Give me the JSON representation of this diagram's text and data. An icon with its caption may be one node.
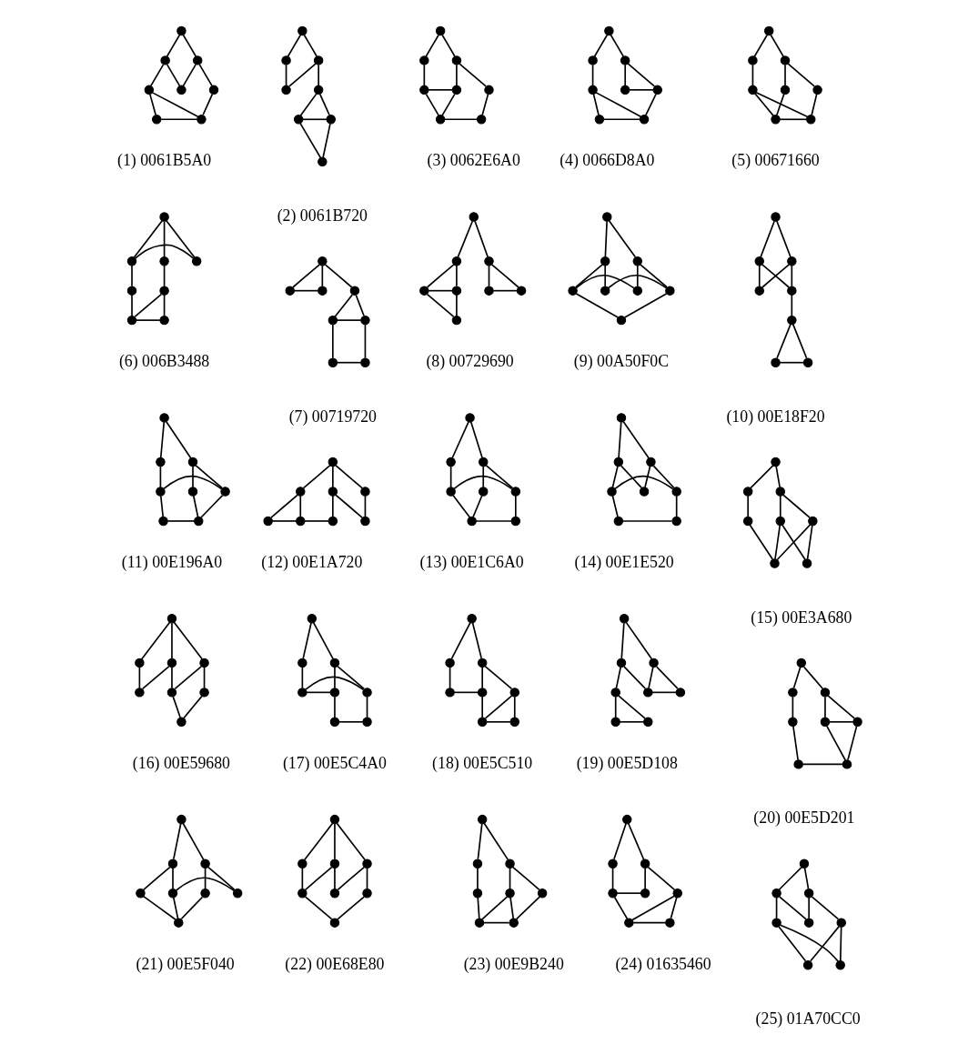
{
  "diagram": {
    "labels": [
      "(1) 0061B5A0",
      "(2) 0061B720",
      "(3) 0062E6A0",
      "(4) 0066D8A0",
      "(5) 00671660",
      "(6) 006B3488",
      "(7) 00719720",
      "(8) 00729690",
      "(9) 00A50F0C",
      "(10) 00E18F20",
      "(11) 00E196A0",
      "(12) 00E1A720",
      "(13) 00E1C6A0",
      "(14) 00E1E520",
      "(15) 00E3A680",
      "(16) 00E59680",
      "(17) 00E5C4A0",
      "(18) 00E5C510",
      "(19) 00E5D108",
      "(20) 00E5D201",
      "(21) 00E5F040",
      "(22) 00E68E80",
      "(23) 00E9B240",
      "(24) 01635460",
      "(25) 01A70CC0"
    ],
    "nodes": [
      {
        "text": [],
        "shape": "circle"
      },
      {
        "text": [],
        "shape": "circle"
      },
      {
        "text": [],
        "shape": "circle"
      },
      {
        "text": [],
        "shape": "circle"
      },
      {
        "text": [],
        "shape": "circle"
      },
      {
        "text": [],
        "shape": "circle"
      },
      {
        "text": [],
        "shape": "circle"
      },
      {
        "text": [],
        "shape": "circle"
      },
      {
        "text": [],
        "shape": "circle"
      },
      {
        "text": [],
        "shape": "circle"
      },
      {
        "text": [],
        "shape": "circle"
      },
      {
        "text": [],
        "shape": "circle"
      },
      {
        "text": [],
        "shape": "circle"
      },
      {
        "text": [],
        "shape": "circle"
      },
      {
        "text": [],
        "shape": "circle"
      },
      {
        "text": [],
        "shape": "circle"
      },
      {
        "text": [],
        "shape": "circle"
      },
      {
        "text": [],
        "shape": "circle"
      },
      {
        "text": [],
        "shape": "circle"
      },
      {
        "text": [],
        "shape": "circle"
      },
      {
        "text": [],
        "shape": "circle"
      },
      {
        "text": [],
        "shape": "circle"
      },
      {
        "text": [],
        "shape": "circle"
      },
      {
        "text": [],
        "shape": "circle"
      },
      {
        "text": [],
        "shape": "circle"
      },
      {
        "text": [],
        "shape": "circle"
      },
      {
        "text": [],
        "shape": "circle"
      },
      {
        "text": [],
        "shape": "circle"
      },
      {
        "text": [],
        "shape": "circle"
      },
      {
        "text": [],
        "shape": "circle"
      },
      {
        "text": [],
        "shape": "circle"
      },
      {
        "text": [],
        "shape": "circle"
      },
      {
        "text": [],
        "shape": "circle"
      },
      {
        "text": [],
        "shape": "circle"
      },
      {
        "text": [],
        "shape": "circle"
      },
      {
        "text": [],
        "shape": "circle"
      },
      {
        "text": [],
        "shape": "circle"
      },
      {
        "text": [],
        "shape": "circle"
      },
      {
        "text": [],
        "shape": "circle"
      },
      {
        "text": [],
        "shape": "circle"
      },
      {
        "text": [],
        "shape": "circle"
      },
      {
        "text": [],
        "shape": "circle"
      },
      {
        "text": [],
        "shape": "circle"
      },
      {
        "text": [],
        "shape": "circle"
      },
      {
        "text": [],
        "shape": "circle"
      },
      {
        "text": [],
        "shape": "circle"
      },
      {
        "text": [],
        "shape": "circle"
      },
      {
        "text": [],
        "shape": "circle"
      },
      {
        "text": [],
        "shape": "circle"
      },
      {
        "text": [],
        "shape": "circle"
      },
      {
        "text": [],
        "shape": "circle"
      },
      {
        "text": [],
        "shape": "circle"
      },
      {
        "text": [],
        "shape": "circle"
      },
      {
        "text": [],
        "shape": "circle"
      },
      {
        "text": [],
        "shape": "circle"
      },
      {
        "text": [],
        "shape": "circle"
      },
      {
        "text": [],
        "shape": "circle"
      },
      {
        "text": [],
        "shape": "circle"
      },
      {
        "text": [],
        "shape": "circle"
      },
      {
        "text": [],
        "shape": "circle"
      },
      {
        "text": [],
        "shape": "circle"
      },
      {
        "text": [],
        "shape": "circle"
      },
      {
        "text": [],
        "shape": "circle"
      },
      {
        "text": [],
        "shape": "circle"
      },
      {
        "text": [],
        "shape": "circle"
      },
      {
        "text": [],
        "shape": "circle"
      },
      {
        "text": [],
        "shape": "circle"
      },
      {
        "text": [],
        "shape": "circle"
      },
      {
        "text": [],
        "shape": "circle"
      },
      {
        "text": [],
        "shape": "circle"
      },
      {
        "text": [],
        "shape": "circle"
      },
      {
        "text": [],
        "shape": "circle"
      },
      {
        "text": [],
        "shape": "circle"
      },
      {
        "text": [],
        "shape": "circle"
      },
      {
        "text": [],
        "shape": "circle"
      },
      {
        "text": [],
        "shape": "circle"
      },
      {
        "text": [],
        "shape": "circle"
      },
      {
        "text": [],
        "shape": "circle"
      },
      {
        "text": [],
        "shape": "circle"
      },
      {
        "text": [],
        "shape": "circle"
      },
      {
        "text": [],
        "shape": "circle"
      },
      {
        "text": [],
        "shape": "circle"
      },
      {
        "text": [],
        "shape": "circle"
      },
      {
        "text": [],
        "shape": "circle"
      },
      {
        "text": [],
        "shape": "circle"
      },
      {
        "text": [],
        "shape": "circle"
      },
      {
        "text": [],
        "shape": "circle"
      },
      {
        "text": [],
        "shape": "circle"
      },
      {
        "text": [],
        "shape": "circle"
      },
      {
        "text": [],
        "shape": "circle"
      },
      {
        "text": [],
        "shape": "circle"
      },
      {
        "text": [],
        "shape": "circle"
      },
      {
        "text": [],
        "shape": "circle"
      },
      {
        "text": [],
        "shape": "circle"
      },
      {
        "text": [],
        "shape": "circle"
      },
      {
        "text": [],
        "shape": "circle"
      },
      {
        "text": [],
        "shape": "circle"
      },
      {
        "text": [],
        "shape": "circle"
      },
      {
        "text": [],
        "shape": "circle"
      },
      {
        "text": [],
        "shape": "circle"
      },
      {
        "text": [],
        "shape": "circle"
      },
      {
        "text": [],
        "shape": "circle"
      },
      {
        "text": [],
        "shape": "circle"
      },
      {
        "text": [],
        "shape": "circle"
      },
      {
        "text": [],
        "shape": "circle"
      },
      {
        "text": [],
        "shape": "circle"
      },
      {
        "text": [],
        "shape": "circle"
      },
      {
        "text": [],
        "shape": "circle"
      },
      {
        "text": [],
        "shape": "circle"
      },
      {
        "text": [],
        "shape": "circle"
      },
      {
        "text": [],
        "shape": "circle"
      },
      {
        "text": [],
        "shape": "circle"
      },
      {
        "text": [],
        "shape": "circle"
      },
      {
        "text": [],
        "shape": "circle"
      },
      {
        "text": [],
        "shape": "circle"
      },
      {
        "text": [],
        "shape": "circle"
      },
      {
        "text": [],
        "shape": "circle"
      },
      {
        "text": [],
        "shape": "circle"
      },
      {
        "text": [],
        "shape": "circle"
      },
      {
        "text": [],
        "shape": "circle"
      },
      {
        "text": [],
        "shape": "circle"
      },
      {
        "text": [],
        "shape": "circle"
      },
      {
        "text": [],
        "shape": "circle"
      },
      {
        "text": [],
        "shape": "circle"
      },
      {
        "text": [],
        "shape": "circle"
      },
      {
        "text": [],
        "shape": "circle"
      },
      {
        "text": [],
        "shape": "circle"
      },
      {
        "text": [],
        "shape": "circle"
      },
      {
        "text": [],
        "shape": "circle"
      },
      {
        "text": [],
        "shape": "circle"
      },
      {
        "text": [],
        "shape": "circle"
      },
      {
        "text": [],
        "shape": "circle"
      },
      {
        "text": [],
        "shape": "circle"
      },
      {
        "text": [],
        "shape": "circle"
      },
      {
        "text": [],
        "shape": "circle"
      },
      {
        "text": [],
        "shape": "circle"
      },
      {
        "text": [],
        "shape": "circle"
      },
      {
        "text": [],
        "shape": "circle"
      },
      {
        "text": [],
        "shape": "circle"
      },
      {
        "text": [],
        "shape": "circle"
      },
      {
        "text": [],
        "shape": "circle"
      },
      {
        "text": [],
        "shape": "circle"
      },
      {
        "text": [],
        "shape": "circle"
      },
      {
        "text": [],
        "shape": "circle"
      },
      {
        "text": [],
        "shape": "circle"
      },
      {
        "text": [],
        "shape": "circle"
      },
      {
        "text": [],
        "shape": "circle"
      },
      {
        "text": [],
        "shape": "circle"
      },
      {
        "text": [],
        "shape": "circle"
      },
      {
        "text": [],
        "shape": "circle"
      },
      {
        "text": [],
        "shape": "circle"
      },
      {
        "text": [],
        "shape": "circle"
      },
      {
        "text": [],
        "shape": "circle"
      },
      {
        "text": [],
        "shape": "circle"
      },
      {
        "text": [],
        "shape": "circle"
      },
      {
        "text": [],
        "shape": "circle"
      },
      {
        "text": [],
        "shape": "circle"
      },
      {
        "text": [],
        "shape": "circle"
      },
      {
        "text": [],
        "shape": "circle"
      },
      {
        "text": [],
        "shape": "circle"
      },
      {
        "text": [],
        "shape": "circle"
      },
      {
        "text": [],
        "shape": "circle"
      },
      {
        "text": [],
        "shape": "circle"
      },
      {
        "text": [],
        "shape": "circle"
      },
      {
        "text": [],
        "shape": "circle"
      },
      {
        "text": [],
        "shape": "circle"
      },
      {
        "text": [],
        "shape": "circle"
      },
      {
        "text": [],
        "shape": "circle"
      },
      {
        "text": [],
        "shape": "circle"
      },
      {
        "text": [],
        "shape": "circle"
      },
      {
        "text": [],
        "shape": "circle"
      },
      {
        "text": [],
        "shape": "circle"
      },
      {
        "text": [],
        "shape": "circle"
      },
      {
        "text": [],
        "shape": "circle"
      },
      {
        "text": [],
        "shape": "circle"
      },
      {
        "text": [],
        "shape": "circle"
      },
      {
        "text": [],
        "shape": "circle"
      },
      {
        "text": [],
        "shape": "circle"
      },
      {
        "text": [],
        "shape": "circle"
      },
      {
        "text": [],
        "shape": "circle"
      },
      {
        "text": [],
        "shape": "circle"
      },
      {
        "text": [],
        "shape": "circle"
      },
      {
        "text": [],
        "shape": "circle"
      },
      {
        "text": [],
        "shape": "circle"
      },
      {
        "text": [],
        "shape": "circle"
      },
      {
        "text": [],
        "shape": "circle"
      },
      {
        "text": [],
        "shape": "circle"
      },
      {
        "text": [],
        "shape": "circle"
      },
      {
        "text": [],
        "shape": "circle"
      },
      {
        "text": [],
        "shape": "circle"
      },
      {
        "text": [],
        "shape": "circle"
      },
      {
        "text": [],
        "shape": "circle"
      },
      {
        "text": [],
        "shape": "circle"
      },
      {
        "text": [],
        "shape": "circle"
      },
      {
        "text": [],
        "shape": "circle"
      },
      {
        "text": [],
        "shape": "circle"
      },
      {
        "text": [],
        "shape": "circle"
      },
      {
        "text": [],
        "shape": "circle"
      },
      {
        "text": [],
        "shape": "circle"
      },
      {
        "text": [],
        "shape": "circle"
      }
    ],
    "edges": [
      {
        "from": 0,
        "to": 1,
        "arrow": "none"
      },
      {
        "from": 0,
        "to": 3,
        "arrow": "none"
      },
      {
        "from": 1,
        "to": 4,
        "arrow": "none"
      },
      {
        "from": 3,
        "to": 6,
        "arrow": "none"
      },
      {
        "from": 6,
        "to": 7,
        "arrow": "none"
      },
      {
        "from": 4,
        "to": 7,
        "arrow": "none"
      },
      {
        "from": 3,
        "to": 2,
        "arrow": "none"
      },
      {
        "from": 2,
        "to": 1,
        "arrow": "none"
      },
      {
        "from": 5,
        "to": 4,
        "arrow": "none"
      },
      {
        "from": 5,
        "to": 7,
        "arrow": "none"
      },
      {
        "from": 8,
        "to": 9,
        "arrow": "none"
      },
      {
        "from": 8,
        "to": 11,
        "arrow": "none"
      },
      {
        "from": 11,
        "to": 10,
        "arrow": "none"
      },
      {
        "from": 10,
        "to": 9,
        "arrow": "none"
      },
      {
        "from": 11,
        "to": 14,
        "arrow": "none"
      },
      {
        "from": 14,
        "to": 15,
        "arrow": "none"
      },
      {
        "from": 14,
        "to": 13,
        "arrow": "none"
      },
      {
        "from": 13,
        "to": 15,
        "arrow": "none"
      },
      {
        "from": 13,
        "to": 12,
        "arrow": "none"
      },
      {
        "from": 12,
        "to": 15,
        "arrow": "none"
      },
      {
        "from": 16,
        "to": 17,
        "arrow": "none"
      },
      {
        "from": 16,
        "to": 20,
        "arrow": "none"
      },
      {
        "from": 17,
        "to": 22,
        "arrow": "none"
      },
      {
        "from": 20,
        "to": 18,
        "arrow": "none"
      },
      {
        "from": 18,
        "to": 19,
        "arrow": "none"
      },
      {
        "from": 19,
        "to": 21,
        "arrow": "none"
      },
      {
        "from": 21,
        "to": 23,
        "arrow": "none"
      },
      {
        "from": 21,
        "to": 22,
        "arrow": "none"
      },
      {
        "from": 20,
        "to": 23,
        "arrow": "none"
      },
      {
        "from": 23,
        "to": 22,
        "arrow": "none"
      },
      {
        "from": 24,
        "to": 25,
        "arrow": "none"
      },
      {
        "from": 24,
        "to": 27,
        "arrow": "none"
      },
      {
        "from": 25,
        "to": 28,
        "arrow": "none"
      },
      {
        "from": 27,
        "to": 26,
        "arrow": "none"
      },
      {
        "from": 26,
        "to": 30,
        "arrow": "none"
      },
      {
        "from": 27,
        "to": 30,
        "arrow": "none"
      },
      {
        "from": 30,
        "to": 31,
        "arrow": "none"
      },
      {
        "from": 31,
        "to": 28,
        "arrow": "none"
      },
      {
        "from": 29,
        "to": 28,
        "arrow": "none"
      },
      {
        "from": 29,
        "to": 31,
        "arrow": "none"
      },
      {
        "from": 32,
        "to": 33,
        "arrow": "none"
      },
      {
        "from": 32,
        "to": 35,
        "arrow": "none"
      },
      {
        "from": 33,
        "to": 36,
        "arrow": "none"
      },
      {
        "from": 35,
        "to": 37,
        "arrow": "none"
      },
      {
        "from": 37,
        "to": 34,
        "arrow": "none"
      },
      {
        "from": 34,
        "to": 39,
        "arrow": "none"
      },
      {
        "from": 34,
        "to": 36,
        "arrow": "none"
      },
      {
        "from": 35,
        "to": 38,
        "arrow": "none"
      },
      {
        "from": 38,
        "to": 39,
        "arrow": "none"
      },
      {
        "from": 36,
        "to": 39,
        "arrow": "none"
      },
      {
        "from": 40,
        "to": 41,
        "arrow": "none"
      },
      {
        "from": 40,
        "to": 43,
        "arrow": "none"
      },
      {
        "from": 40,
        "to": 42,
        "arrow": "none"
      },
      {
        "from": 43,
        "to": 42,
        "arrow": "none"
      },
      {
        "from": 41,
        "to": 44,
        "arrow": "none"
      },
      {
        "from": 43,
        "to": 46,
        "arrow": "none"
      },
      {
        "from": 46,
        "to": 47,
        "arrow": "none"
      },
      {
        "from": 44,
        "to": 47,
        "arrow": "none"
      },
      {
        "from": 45,
        "to": 44,
        "arrow": "none"
      },
      {
        "from": 45,
        "to": 47,
        "arrow": "none"
      },
      {
        "from": 48,
        "to": 49,
        "arrow": "none"
      },
      {
        "from": 48,
        "to": 50,
        "arrow": "none"
      },
      {
        "from": 50,
        "to": 49,
        "arrow": "none"
      },
      {
        "from": 48,
        "to": 51,
        "arrow": "none"
      },
      {
        "from": 51,
        "to": 53,
        "arrow": "none"
      },
      {
        "from": 53,
        "to": 52,
        "arrow": "none"
      },
      {
        "from": 51,
        "to": 54,
        "arrow": "none"
      },
      {
        "from": 54,
        "to": 53,
        "arrow": "none"
      },
      {
        "from": 54,
        "to": 55,
        "arrow": "none"
      },
      {
        "from": 55,
        "to": 52,
        "arrow": "none"
      },
      {
        "from": 56,
        "to": 57,
        "arrow": "none"
      },
      {
        "from": 56,
        "to": 59,
        "arrow": "none"
      },
      {
        "from": 59,
        "to": 61,
        "arrow": "none"
      },
      {
        "from": 61,
        "to": 62,
        "arrow": "none"
      },
      {
        "from": 59,
        "to": 62,
        "arrow": "none"
      },
      {
        "from": 57,
        "to": 58,
        "arrow": "none"
      },
      {
        "from": 57,
        "to": 60,
        "arrow": "none"
      },
      {
        "from": 58,
        "to": 60,
        "arrow": "none"
      },
      {
        "from": 58,
        "to": 63,
        "arrow": "none"
      },
      {
        "from": 60,
        "to": 63,
        "arrow": "none"
      },
      {
        "from": 64,
        "to": 65,
        "arrow": "none"
      },
      {
        "from": 64,
        "to": 67,
        "arrow": "none"
      },
      {
        "from": 65,
        "to": 66,
        "arrow": "none"
      },
      {
        "from": 66,
        "to": 69,
        "arrow": "none"
      },
      {
        "from": 69,
        "to": 67,
        "arrow": "none"
      },
      {
        "from": 66,
        "to": 68,
        "arrow": "none"
      },
      {
        "from": 68,
        "to": 71,
        "arrow": "none"
      },
      {
        "from": 67,
        "to": 71,
        "arrow": "none"
      },
      {
        "from": 71,
        "to": 70,
        "arrow": "none"
      },
      {
        "from": 65,
        "to": 70,
        "arrow": "none"
      },
      {
        "from": 72,
        "to": 73,
        "arrow": "none"
      },
      {
        "from": 72,
        "to": 75,
        "arrow": "none"
      },
      {
        "from": 75,
        "to": 74,
        "arrow": "none"
      },
      {
        "from": 74,
        "to": 73,
        "arrow": "none"
      },
      {
        "from": 73,
        "to": 78,
        "arrow": "none"
      },
      {
        "from": 75,
        "to": 78,
        "arrow": "none"
      },
      {
        "from": 78,
        "to": 79,
        "arrow": "none"
      },
      {
        "from": 79,
        "to": 76,
        "arrow": "none"
      },
      {
        "from": 76,
        "to": 77,
        "arrow": "none"
      },
      {
        "from": 77,
        "to": 79,
        "arrow": "none"
      },
      {
        "from": 80,
        "to": 81,
        "arrow": "none"
      },
      {
        "from": 80,
        "to": 83,
        "arrow": "none"
      },
      {
        "from": 83,
        "to": 82,
        "arrow": "none"
      },
      {
        "from": 82,
        "to": 85,
        "arrow": "none"
      },
      {
        "from": 85,
        "to": 84,
        "arrow": "none"
      },
      {
        "from": 84,
        "to": 86,
        "arrow": "none"
      },
      {
        "from": 81,
        "to": 86,
        "arrow": "none"
      },
      {
        "from": 85,
        "to": 87,
        "arrow": "none"
      },
      {
        "from": 83,
        "to": 87,
        "arrow": "none"
      },
      {
        "from": 87,
        "to": 86,
        "arrow": "none"
      },
      {
        "from": 88,
        "to": 89,
        "arrow": "none"
      },
      {
        "from": 88,
        "to": 90,
        "arrow": "none"
      },
      {
        "from": 90,
        "to": 93,
        "arrow": "none"
      },
      {
        "from": 93,
        "to": 91,
        "arrow": "none"
      },
      {
        "from": 88,
        "to": 91,
        "arrow": "none"
      },
      {
        "from": 89,
        "to": 95,
        "arrow": "none"
      },
      {
        "from": 89,
        "to": 92,
        "arrow": "none"
      },
      {
        "from": 92,
        "to": 95,
        "arrow": "none"
      },
      {
        "from": 91,
        "to": 94,
        "arrow": "none"
      },
      {
        "from": 94,
        "to": 95,
        "arrow": "none"
      },
      {
        "from": 96,
        "to": 97,
        "arrow": "none"
      },
      {
        "from": 96,
        "to": 100,
        "arrow": "none"
      },
      {
        "from": 100,
        "to": 98,
        "arrow": "none"
      },
      {
        "from": 98,
        "to": 99,
        "arrow": "none"
      },
      {
        "from": 99,
        "to": 101,
        "arrow": "none"
      },
      {
        "from": 101,
        "to": 103,
        "arrow": "none"
      },
      {
        "from": 99,
        "to": 102,
        "arrow": "none"
      },
      {
        "from": 97,
        "to": 102,
        "arrow": "none"
      },
      {
        "from": 100,
        "to": 103,
        "arrow": "none"
      },
      {
        "from": 103,
        "to": 102,
        "arrow": "none"
      },
      {
        "from": 104,
        "to": 105,
        "arrow": "none"
      },
      {
        "from": 104,
        "to": 107,
        "arrow": "none"
      },
      {
        "from": 107,
        "to": 106,
        "arrow": "none"
      },
      {
        "from": 106,
        "to": 105,
        "arrow": "none"
      },
      {
        "from": 105,
        "to": 109,
        "arrow": "none"
      },
      {
        "from": 109,
        "to": 108,
        "arrow": "none"
      },
      {
        "from": 108,
        "to": 111,
        "arrow": "none"
      },
      {
        "from": 109,
        "to": 110,
        "arrow": "none"
      },
      {
        "from": 107,
        "to": 110,
        "arrow": "none"
      },
      {
        "from": 110,
        "to": 111,
        "arrow": "none"
      },
      {
        "from": 112,
        "to": 113,
        "arrow": "none"
      },
      {
        "from": 112,
        "to": 115,
        "arrow": "none"
      },
      {
        "from": 113,
        "to": 116,
        "arrow": "none"
      },
      {
        "from": 115,
        "to": 114,
        "arrow": "none"
      },
      {
        "from": 114,
        "to": 117,
        "arrow": "none"
      },
      {
        "from": 117,
        "to": 118,
        "arrow": "none"
      },
      {
        "from": 114,
        "to": 119,
        "arrow": "none"
      },
      {
        "from": 115,
        "to": 118,
        "arrow": "none"
      },
      {
        "from": 118,
        "to": 119,
        "arrow": "none"
      },
      {
        "from": 116,
        "to": 119,
        "arrow": "none"
      },
      {
        "from": 120,
        "to": 121,
        "arrow": "none"
      },
      {
        "from": 120,
        "to": 123,
        "arrow": "none"
      },
      {
        "from": 120,
        "to": 127,
        "arrow": "none"
      },
      {
        "from": 121,
        "to": 124,
        "arrow": "none"
      },
      {
        "from": 124,
        "to": 127,
        "arrow": "none"
      },
      {
        "from": 123,
        "to": 122,
        "arrow": "none"
      },
      {
        "from": 122,
        "to": 125,
        "arrow": "none"
      },
      {
        "from": 125,
        "to": 126,
        "arrow": "none"
      },
      {
        "from": 123,
        "to": 126,
        "arrow": "none"
      },
      {
        "from": 126,
        "to": 127,
        "arrow": "none"
      },
      {
        "from": 128,
        "to": 129,
        "arrow": "none"
      },
      {
        "from": 128,
        "to": 131,
        "arrow": "none"
      },
      {
        "from": 131,
        "to": 130,
        "arrow": "none"
      },
      {
        "from": 130,
        "to": 132,
        "arrow": "none"
      },
      {
        "from": 132,
        "to": 133,
        "arrow": "none"
      },
      {
        "from": 133,
        "to": 135,
        "arrow": "none"
      },
      {
        "from": 130,
        "to": 134,
        "arrow": "none"
      },
      {
        "from": 129,
        "to": 134,
        "arrow": "none"
      },
      {
        "from": 131,
        "to": 135,
        "arrow": "none"
      },
      {
        "from": 135,
        "to": 134,
        "arrow": "none"
      },
      {
        "from": 136,
        "to": 137,
        "arrow": "none"
      },
      {
        "from": 136,
        "to": 139,
        "arrow": "none"
      },
      {
        "from": 137,
        "to": 140,
        "arrow": "none"
      },
      {
        "from": 139,
        "to": 138,
        "arrow": "none"
      },
      {
        "from": 138,
        "to": 140,
        "arrow": "none"
      },
      {
        "from": 138,
        "to": 141,
        "arrow": "none"
      },
      {
        "from": 141,
        "to": 142,
        "arrow": "none"
      },
      {
        "from": 141,
        "to": 143,
        "arrow": "none"
      },
      {
        "from": 139,
        "to": 142,
        "arrow": "none"
      },
      {
        "from": 142,
        "to": 143,
        "arrow": "none"
      },
      {
        "from": 144,
        "to": 145,
        "arrow": "none"
      },
      {
        "from": 144,
        "to": 147,
        "arrow": "none"
      },
      {
        "from": 147,
        "to": 146,
        "arrow": "none"
      },
      {
        "from": 146,
        "to": 150,
        "arrow": "none"
      },
      {
        "from": 147,
        "to": 150,
        "arrow": "none"
      },
      {
        "from": 145,
        "to": 150,
        "arrow": "none"
      },
      {
        "from": 145,
        "to": 148,
        "arrow": "none"
      },
      {
        "from": 148,
        "to": 149,
        "arrow": "none"
      },
      {
        "from": 149,
        "to": 151,
        "arrow": "none"
      },
      {
        "from": 148,
        "to": 151,
        "arrow": "none"
      },
      {
        "from": 152,
        "to": 153,
        "arrow": "none"
      },
      {
        "from": 152,
        "to": 155,
        "arrow": "none"
      },
      {
        "from": 153,
        "to": 156,
        "arrow": "none"
      },
      {
        "from": 156,
        "to": 154,
        "arrow": "none"
      },
      {
        "from": 154,
        "to": 159,
        "arrow": "none"
      },
      {
        "from": 155,
        "to": 157,
        "arrow": "none"
      },
      {
        "from": 155,
        "to": 158,
        "arrow": "none"
      },
      {
        "from": 157,
        "to": 158,
        "arrow": "none"
      },
      {
        "from": 157,
        "to": 159,
        "arrow": "none"
      },
      {
        "from": 158,
        "to": 159,
        "arrow": "none"
      },
      {
        "from": 160,
        "to": 161,
        "arrow": "none"
      },
      {
        "from": 160,
        "to": 163,
        "arrow": "none"
      },
      {
        "from": 161,
        "to": 164,
        "arrow": "none"
      },
      {
        "from": 163,
        "to": 165,
        "arrow": "none"
      },
      {
        "from": 165,
        "to": 162,
        "arrow": "none"
      },
      {
        "from": 162,
        "to": 161,
        "arrow": "none"
      },
      {
        "from": 162,
        "to": 167,
        "arrow": "none"
      },
      {
        "from": 164,
        "to": 167,
        "arrow": "none"
      },
      {
        "from": 163,
        "to": 166,
        "arrow": "none"
      },
      {
        "from": 166,
        "to": 167,
        "arrow": "none"
      },
      {
        "from": 168,
        "to": 169,
        "arrow": "none"
      },
      {
        "from": 168,
        "to": 171,
        "arrow": "none"
      },
      {
        "from": 168,
        "to": 170,
        "arrow": "none"
      },
      {
        "from": 170,
        "to": 173,
        "arrow": "none"
      },
      {
        "from": 173,
        "to": 171,
        "arrow": "none"
      },
      {
        "from": 170,
        "to": 172,
        "arrow": "none"
      },
      {
        "from": 169,
        "to": 172,
        "arrow": "none"
      },
      {
        "from": 172,
        "to": 175,
        "arrow": "none"
      },
      {
        "from": 171,
        "to": 174,
        "arrow": "none"
      },
      {
        "from": 174,
        "to": 175,
        "arrow": "none"
      },
      {
        "from": 176,
        "to": 177,
        "arrow": "none"
      },
      {
        "from": 176,
        "to": 179,
        "arrow": "none"
      },
      {
        "from": 177,
        "to": 180,
        "arrow": "none"
      },
      {
        "from": 179,
        "to": 178,
        "arrow": "none"
      },
      {
        "from": 178,
        "to": 181,
        "arrow": "none"
      },
      {
        "from": 181,
        "to": 182,
        "arrow": "none"
      },
      {
        "from": 181,
        "to": 183,
        "arrow": "none"
      },
      {
        "from": 180,
        "to": 183,
        "arrow": "none"
      },
      {
        "from": 179,
        "to": 182,
        "arrow": "none"
      },
      {
        "from": 182,
        "to": 183,
        "arrow": "none"
      },
      {
        "from": 184,
        "to": 185,
        "arrow": "none"
      },
      {
        "from": 184,
        "to": 187,
        "arrow": "none"
      },
      {
        "from": 185,
        "to": 188,
        "arrow": "none"
      },
      {
        "from": 187,
        "to": 186,
        "arrow": "none"
      },
      {
        "from": 186,
        "to": 188,
        "arrow": "none"
      },
      {
        "from": 189,
        "to": 190,
        "arrow": "none"
      },
      {
        "from": 189,
        "to": 191,
        "arrow": "none"
      },
      {
        "from": 187,
        "to": 190,
        "arrow": "none"
      },
      {
        "from": 190,
        "to": 191,
        "arrow": "none"
      },
      {
        "from": 188,
        "to": 191,
        "arrow": "none"
      },
      {
        "from": 192,
        "to": 193,
        "arrow": "none"
      },
      {
        "from": 192,
        "to": 195,
        "arrow": "none"
      },
      {
        "from": 195,
        "to": 194,
        "arrow": "none"
      },
      {
        "from": 194,
        "to": 193,
        "arrow": "none"
      },
      {
        "from": 193,
        "to": 196,
        "arrow": "none"
      },
      {
        "from": 197,
        "to": 196,
        "arrow": "none"
      },
      {
        "from": 197,
        "to": 198,
        "arrow": "none"
      },
      {
        "from": 195,
        "to": 198,
        "arrow": "none"
      },
      {
        "from": 198,
        "to": 199,
        "arrow": "none"
      },
      {
        "from": 196,
        "to": 199,
        "arrow": "none"
      }
    ]
  }
}
